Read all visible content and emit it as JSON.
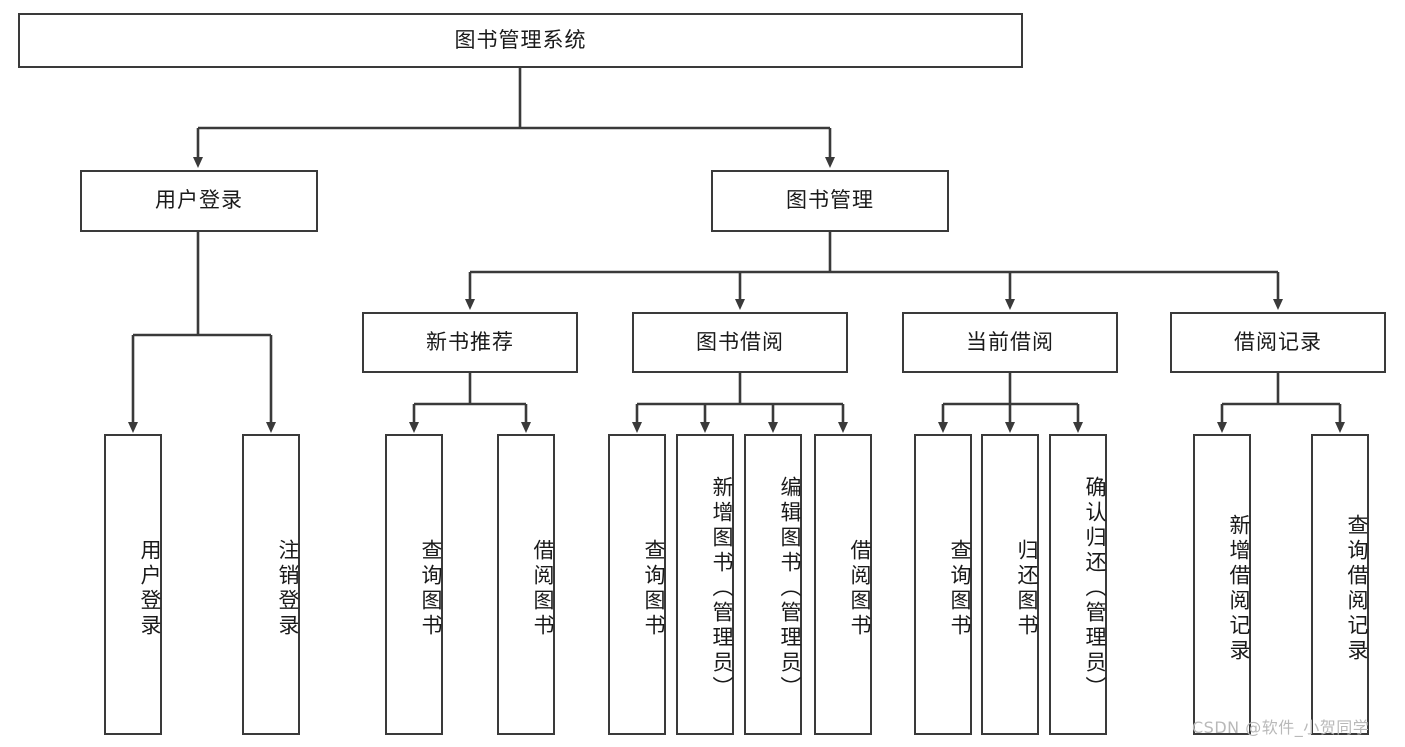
{
  "diagram": {
    "type": "tree-hierarchy",
    "title": "图书管理系统",
    "watermark": "CSDN @软件_小贺同学",
    "colors": {
      "box_border": "#3a3a3a",
      "box_fill": "#ffffff",
      "connector": "#3a3a3a",
      "text": "#1a1a1a",
      "watermark": "#b9b9b9"
    },
    "levels": {
      "root": {
        "label": "图书管理系统"
      },
      "level2": [
        {
          "label": "用户登录"
        },
        {
          "label": "图书管理"
        }
      ],
      "level3": [
        {
          "label": "新书推荐"
        },
        {
          "label": "图书借阅"
        },
        {
          "label": "当前借阅"
        },
        {
          "label": "借阅记录"
        }
      ]
    },
    "nodes": {
      "root": "图书管理系统",
      "user_login": "用户登录",
      "book_manage": "图书管理",
      "new_book_rec": "新书推荐",
      "book_borrow": "图书借阅",
      "current_borrow": "当前借阅",
      "borrow_record": "借阅记录",
      "leaf_user_login": "用户登录",
      "leaf_user_logout": "注销登录",
      "leaf_rec_query": "查询图书",
      "leaf_rec_borrow": "借阅图书",
      "leaf_borrow_query": "查询图书",
      "leaf_borrow_add": "新增图书（管理员）",
      "leaf_borrow_edit": "编辑图书（管理员）",
      "leaf_borrow_lend": "借阅图书",
      "leaf_cur_query": "查询图书",
      "leaf_cur_return": "归还图书",
      "leaf_cur_confirm": "确认归还（管理员）",
      "leaf_rec_add": "新增借阅记录",
      "leaf_rec_query2": "查询借阅记录"
    }
  }
}
